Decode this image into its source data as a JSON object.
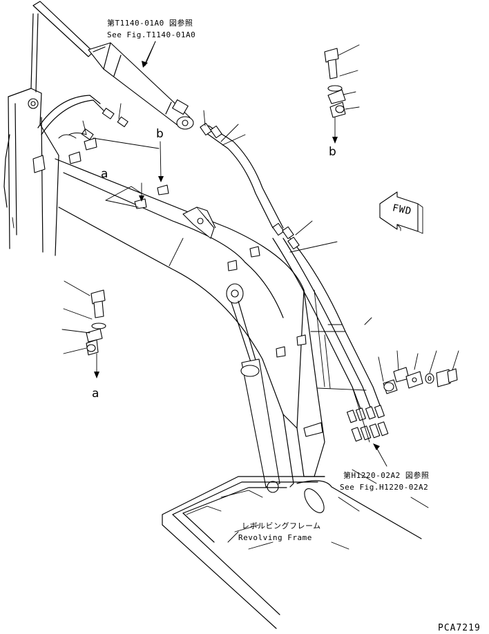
{
  "refs": {
    "top_ref_ja": "第T1140-01A0 図参照",
    "top_ref_en": "See Fig.T1140-01A0",
    "bottom_ref_ja": "第H1220-02A2 図参照",
    "bottom_ref_en": "See Fig.H1220-02A2"
  },
  "frame": {
    "label_ja": "レボルビングフレーム",
    "label_en": "Revolving Frame"
  },
  "callouts": {
    "a_top": "a",
    "b_top": "b",
    "a_detail": "a",
    "b_detail": "b"
  },
  "fwd": "FWD",
  "drawing_code": "PCA7219"
}
